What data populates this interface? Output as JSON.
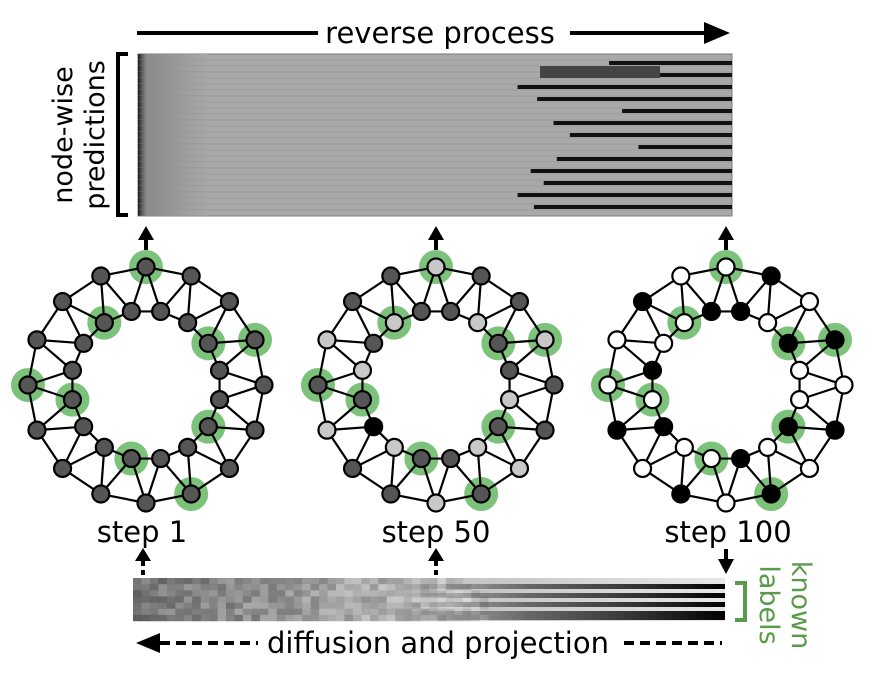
{
  "labels": {
    "reverse_process": "reverse process",
    "node_wise_line1": "node-wise",
    "node_wise_line2": "predictions",
    "step_1": "step 1",
    "step_50": "step 50",
    "step_100": "step 100",
    "known_line1": "known",
    "known_line2": "labels",
    "diffusion": "diffusion and projection"
  },
  "colors": {
    "highlight": "#7cc27a",
    "node_dark": "#555555",
    "node_black": "#000000",
    "node_light": "#c8c8c8",
    "node_white": "#ffffff",
    "known_text": "#5a9a4a"
  },
  "icons": {
    "top_arrow": "arrow-right-icon",
    "bottom_arrow": "arrow-left-icon",
    "up_arrows": "arrow-up-icon",
    "down_arrow": "arrow-down-icon"
  }
}
